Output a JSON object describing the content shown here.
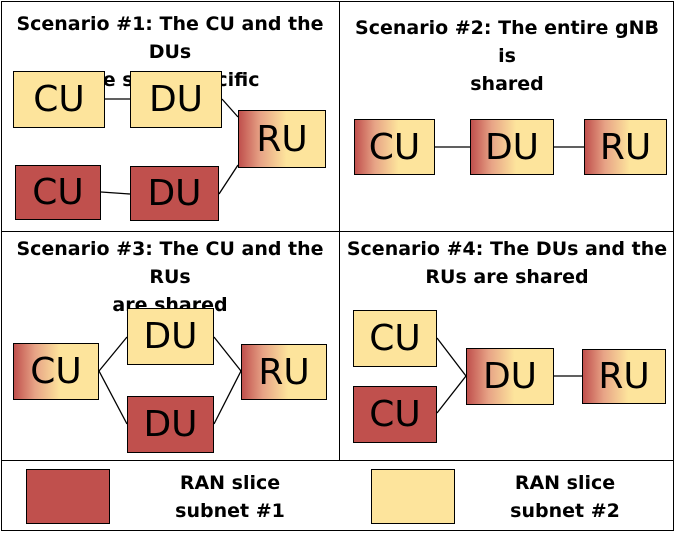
{
  "colors": {
    "slice1": "#c0504d",
    "slice2": "#fde49c",
    "border": "#000000"
  },
  "scenarios": [
    {
      "title_line1": "Scenario #1: The CU and the DUs",
      "title_line2": "are slice-specific",
      "boxes": {
        "cu_top": "CU",
        "du_top": "DU",
        "cu_bottom": "CU",
        "du_bottom": "DU",
        "ru": "RU"
      }
    },
    {
      "title_line1": "Scenario #2: The entire gNB is",
      "title_line2": "shared",
      "boxes": {
        "cu": "CU",
        "du": "DU",
        "ru": "RU"
      }
    },
    {
      "title_line1": "Scenario #3: The CU and the RUs",
      "title_line2": "are shared",
      "boxes": {
        "cu": "CU",
        "du_top": "DU",
        "du_bottom": "DU",
        "ru": "RU"
      }
    },
    {
      "title_line1": "Scenario #4: The DUs and the",
      "title_line2": "RUs are shared",
      "boxes": {
        "cu_top": "CU",
        "cu_bottom": "CU",
        "du": "DU",
        "ru": "RU"
      }
    }
  ],
  "legend": [
    {
      "line1": "RAN slice",
      "line2": "subnet #1",
      "swatch": "slice1"
    },
    {
      "line1": "RAN slice",
      "line2": "subnet #2",
      "swatch": "slice2"
    }
  ]
}
